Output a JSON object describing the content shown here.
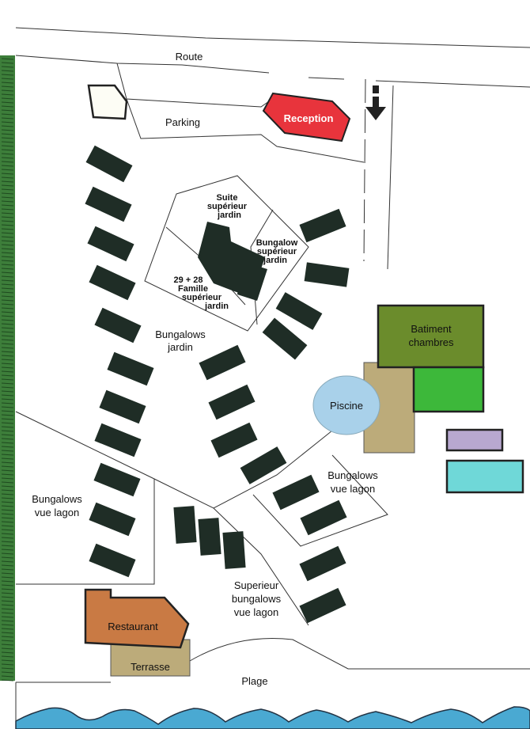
{
  "labels": {
    "route": "Route",
    "parking": "Parking",
    "reception": "Reception",
    "suite": [
      "Suite",
      "supérieur",
      "jardin"
    ],
    "bungalow_sup": [
      "Bungalow",
      "supérieur",
      "jardin"
    ],
    "famille": [
      "29 + 28",
      "Famille",
      "supérieur",
      "jardin"
    ],
    "bungalows_jardin": [
      "Bungalows",
      "jardin"
    ],
    "batiment": [
      "Batiment",
      "chambres"
    ],
    "piscine": "Piscine",
    "bungalows_vue_lagon_right": [
      "Bungalows",
      "vue lagon"
    ],
    "bungalows_vue_lagon_left": [
      "Bungalows",
      "vue lagon"
    ],
    "superieur": [
      "Superieur",
      "bungalows",
      "vue lagon"
    ],
    "restaurant": "Restaurant",
    "terrasse": "Terrasse",
    "plage": "Plage"
  },
  "colors": {
    "bungalow": "#1f2d26",
    "reception": "#e8343c",
    "batiment": "#6b8c2c",
    "chambres": "#3db83a",
    "tan": "#bcab7a",
    "piscine": "#a9d1ea",
    "purple": "#b8a8d0",
    "cyan": "#6fd8d8",
    "restaurant": "#c97a44",
    "sea": "#4aa9d2",
    "hedge": "#3d7e3a"
  }
}
